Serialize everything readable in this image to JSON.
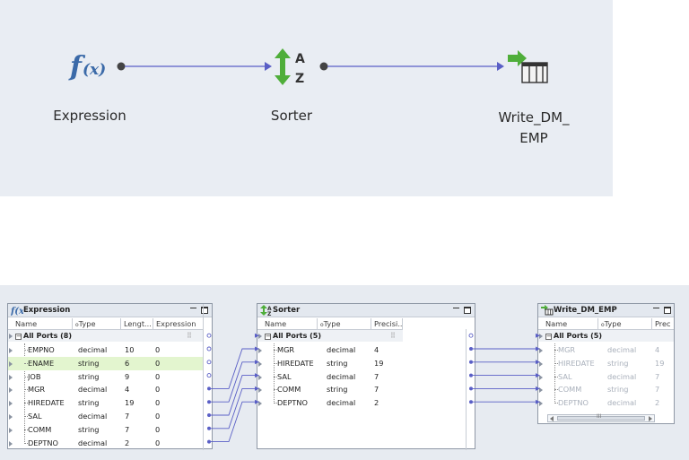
{
  "top_view": {
    "nodes": [
      {
        "id": "expression",
        "label": "Expression",
        "icon": "function-icon"
      },
      {
        "id": "sorter",
        "label": "Sorter",
        "icon": "sort-az-icon"
      },
      {
        "id": "target",
        "label_line1": "Write_DM_",
        "label_line2": "EMP",
        "icon": "target-table-icon"
      }
    ],
    "link_color": "#5a5fc6"
  },
  "expression_panel": {
    "title": "Expression",
    "columns": [
      "Name",
      "Type",
      "Lengt...",
      "Expression"
    ],
    "group_label": "All Ports (8)",
    "rows": [
      {
        "name": "EMPNO",
        "type": "decimal",
        "length": "10",
        "expr": "0"
      },
      {
        "name": "ENAME",
        "type": "string",
        "length": "6",
        "expr": "0"
      },
      {
        "name": "JOB",
        "type": "string",
        "length": "9",
        "expr": "0"
      },
      {
        "name": "MGR",
        "type": "decimal",
        "length": "4",
        "expr": "0"
      },
      {
        "name": "HIREDATE",
        "type": "string",
        "length": "19",
        "expr": "0"
      },
      {
        "name": "SAL",
        "type": "decimal",
        "length": "7",
        "expr": "0"
      },
      {
        "name": "COMM",
        "type": "string",
        "length": "7",
        "expr": "0"
      },
      {
        "name": "DEPTNO",
        "type": "decimal",
        "length": "2",
        "expr": "0"
      }
    ]
  },
  "sorter_panel": {
    "title": "Sorter",
    "columns": [
      "Name",
      "Type",
      "Precisi..."
    ],
    "group_label": "All Ports (5)",
    "rows": [
      {
        "name": "MGR",
        "type": "decimal",
        "precision": "4"
      },
      {
        "name": "HIREDATE",
        "type": "string",
        "precision": "19"
      },
      {
        "name": "SAL",
        "type": "decimal",
        "precision": "7"
      },
      {
        "name": "COMM",
        "type": "string",
        "precision": "7"
      },
      {
        "name": "DEPTNO",
        "type": "decimal",
        "precision": "2"
      }
    ]
  },
  "target_panel": {
    "title": "Write_DM_EMP",
    "columns": [
      "Name",
      "Type",
      "Prec"
    ],
    "group_label": "All Ports (5)",
    "rows": [
      {
        "name": "MGR",
        "type": "decimal",
        "precision": "4"
      },
      {
        "name": "HIREDATE",
        "type": "string",
        "precision": "19"
      },
      {
        "name": "SAL",
        "type": "decimal",
        "precision": "7"
      },
      {
        "name": "COMM",
        "type": "string",
        "precision": "7"
      },
      {
        "name": "DEPTNO",
        "type": "decimal",
        "precision": "2"
      }
    ]
  },
  "scroll_thumb_glyph": "III"
}
